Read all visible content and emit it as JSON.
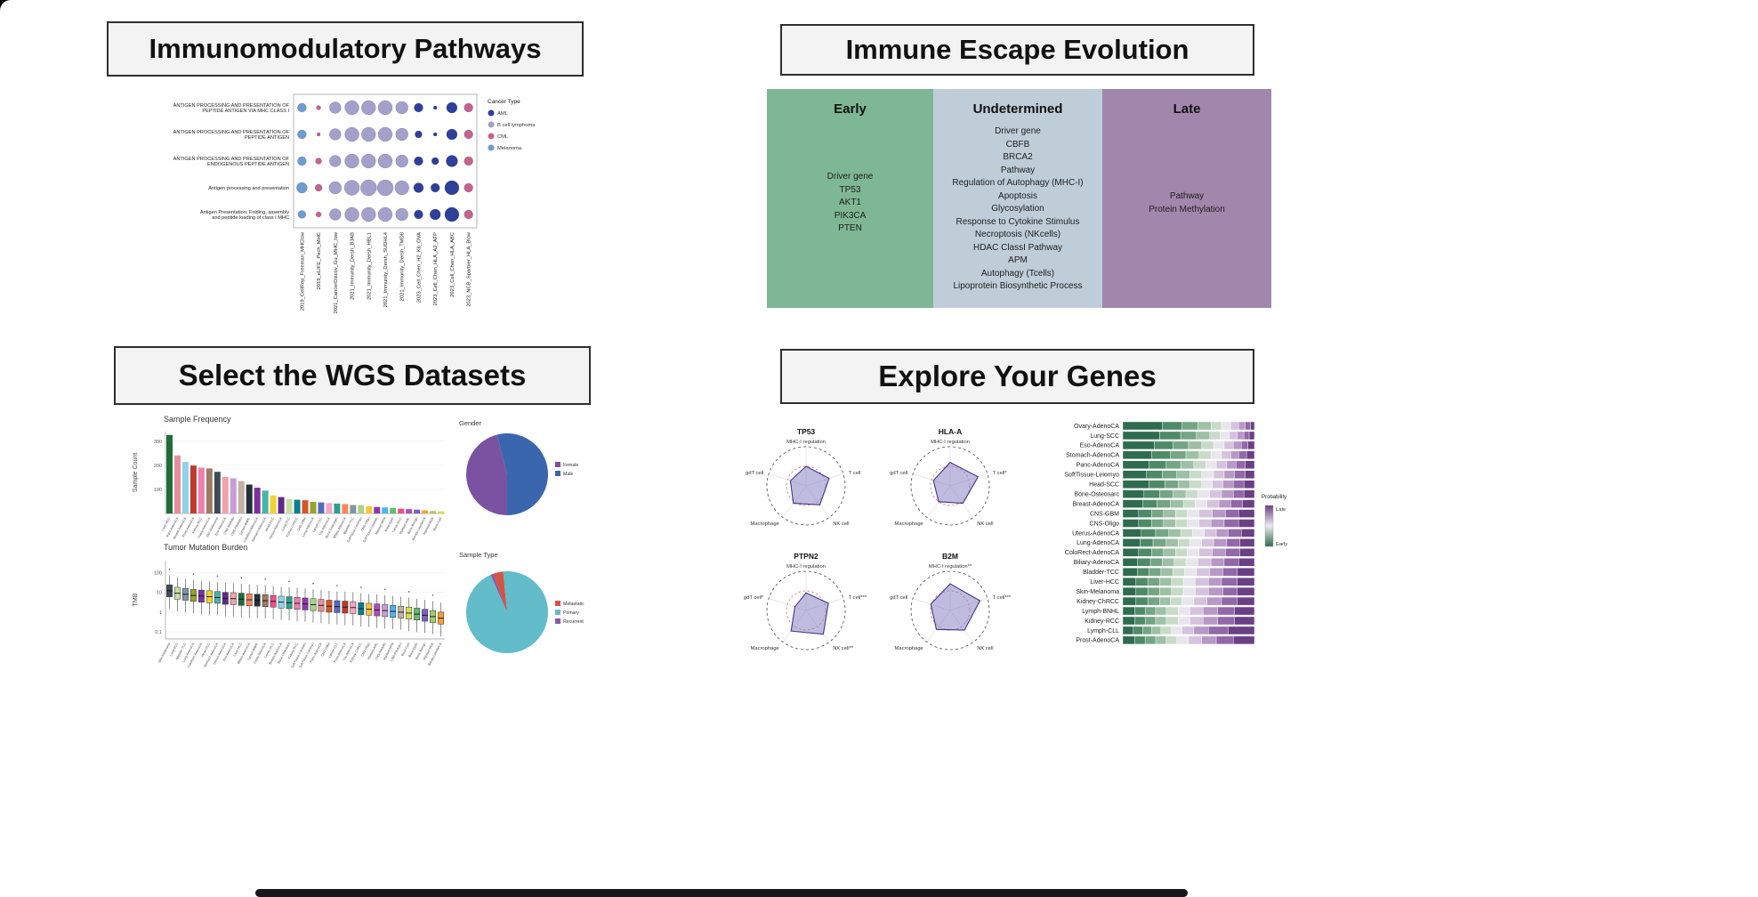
{
  "panels": {
    "pathways": {
      "title": "Immunomodulatory Pathways"
    },
    "evolution": {
      "title": "Immune Escape Evolution",
      "columns": [
        {
          "label": "Early",
          "color": "#7eb794",
          "items": [
            "Driver gene",
            "TP53",
            "AKT1",
            "PIK3CA",
            "PTEN"
          ]
        },
        {
          "label": "Undetermined",
          "color": "#bfcdd9",
          "items": [
            "Driver gene",
            "CBFB",
            "BRCA2",
            "Pathway",
            "Regulation of Autophagy (MHC-I)",
            "Apoptosis",
            "Glycosylation",
            "Response to Cytokine Stimulus",
            "Necroptosis (NKcells)",
            "HDAC ClassI Pathway",
            "APM",
            "Autophagy (Tcells)",
            "Lipoprotein Biosynthetic Process"
          ]
        },
        {
          "label": "Late",
          "color": "#a287ad",
          "items": [
            "Pathway",
            "Protein Methylation"
          ]
        }
      ]
    },
    "datasets": {
      "title": "Select the WGS Datasets"
    },
    "genes": {
      "title": "Explore Your Genes"
    }
  },
  "chart_data": [
    {
      "id": "pathway_dotplot",
      "type": "scatter",
      "row_labels": [
        [
          "ANTIGEN PROCESSING AND PRESENTATION OF",
          "PEPTIDE ANTIGEN VIA MHC CLASS I"
        ],
        [
          "ANTIGEN PROCESSING AND PRESENTATION OF",
          "PEPTIDE ANTIGEN"
        ],
        [
          "ANTIGEN PROCESSING AND PRESENTATION OF",
          "ENDOGENOUS PEPTIDE ANTIGEN"
        ],
        [
          "Antigen processing and presentation"
        ],
        [
          "Antigen Presentation: Folding, assembly",
          "and peptide loading of class I MHC"
        ]
      ],
      "col_labels": [
        "2019_CellRep_Freeman_MHClow",
        "2019_eLIFE_Pech_MHC",
        "2021_CancerDiscov_Gu_MHC_low",
        "2021_Immunity_Dersh_BJAB",
        "2021_Immunity_Dersh_HBL1",
        "2021_Immunity_Dersh_SUDHL4",
        "2021_Immunity_Dersh_TMD8",
        "2023_Cell_Chen_H2_Kb_OVA",
        "2023_Cell_Chen_HLA_A2_AFP",
        "2023_Cell_Chen_HLA_ABC",
        "2023_NCB_Sparbier_HLA_Blow"
      ],
      "col_type": [
        "Melanoma",
        "CML",
        "B cell lymphoma",
        "B cell lymphoma",
        "B cell lymphoma",
        "B cell lymphoma",
        "B cell lymphoma",
        "AML",
        "AML",
        "AML",
        "CML"
      ],
      "legend_title": "Cancer Type",
      "legend": [
        {
          "label": "AML",
          "color": "#2e4099"
        },
        {
          "label": "B cell lymphoma",
          "color": "#a3a0cb"
        },
        {
          "label": "CML",
          "color": "#c4638e"
        },
        {
          "label": "Melanoma",
          "color": "#6e9bd1"
        }
      ],
      "size_grid": [
        [
          5,
          2.5,
          6.5,
          8,
          8,
          8,
          7,
          5,
          2,
          6,
          5
        ],
        [
          5,
          2,
          6.5,
          8,
          8,
          8,
          7,
          4,
          2,
          6,
          5
        ],
        [
          5,
          3.5,
          6.5,
          8,
          8,
          8,
          7,
          5,
          4,
          6.5,
          5
        ],
        [
          6,
          4,
          7,
          8.5,
          9,
          9,
          8,
          5.5,
          5,
          8,
          5
        ],
        [
          4.5,
          3,
          6.5,
          8,
          8,
          8,
          7,
          5,
          6,
          8,
          5
        ]
      ]
    },
    {
      "id": "sample_frequency",
      "type": "bar",
      "title": "Sample Frequency",
      "ylabel": "Sample Count",
      "yticks": [
        100,
        200,
        300
      ],
      "ylim": [
        0,
        340
      ],
      "categories": [
        "Liver-HCC",
        "Panc-AdenoCA",
        "Breast-AdenoCA",
        "Prost-AdenoCA",
        "Kidney-RCC",
        "Ovary-AdenoCA",
        "Skin-Melanoma",
        "Eso-AdenoCA",
        "CNS-Medullo",
        "CNS-PiloAstro",
        "Lymph-BNHL",
        "ColoRect-AdenoCA",
        "Stomach-AdenoCA",
        "Head-SCC",
        "Uterus-AdenoCA",
        "Lung-SCC",
        "Kidney-ChRCC",
        "CNS-GBM",
        "Lung-AdenoCA",
        "Lymph-CLL",
        "Thy-AdenoCA",
        "Bone-Osteosarc",
        "Biliary-AdenoCA",
        "Bladder-TCC",
        "SoftTissue-Leiomyo",
        "CNS-Oligo",
        "SoftTissue-Liposarc",
        "Myeloid-MPN",
        "Bone-Epith",
        "Cervix-SCC",
        "Myeloid-AML",
        "Bone-Benign",
        "Breast-LobularCA",
        "Myeloid-MDS",
        "Bone-Cart"
      ],
      "values": [
        326,
        241,
        214,
        199,
        190,
        187,
        173,
        152,
        146,
        134,
        120,
        107,
        95,
        75,
        68,
        60,
        57,
        55,
        48,
        46,
        43,
        41,
        39,
        35,
        34,
        30,
        27,
        25,
        23,
        20,
        18,
        16,
        13,
        10,
        9
      ],
      "colors": [
        "#1f6b3a",
        "#e88d9d",
        "#8ed3ea",
        "#c0392b",
        "#ef7fae",
        "#9c7b64",
        "#3d4c57",
        "#f0a3a8",
        "#c79ed6",
        "#c3b1a4",
        "#22313a",
        "#7d2f9e",
        "#45b5a9",
        "#f2d22e",
        "#5f2a87",
        "#c8e0a2",
        "#0b7f8e",
        "#d85427",
        "#9aa22a",
        "#5668c2",
        "#f4a7c3",
        "#2aa190",
        "#ff8558",
        "#7e97a6",
        "#a8d381",
        "#f5c53a",
        "#9136ad",
        "#4db3ef",
        "#62bd6c",
        "#ee4f87",
        "#b04cc0",
        "#7d5fc6",
        "#f59f39",
        "#a2cf63",
        "#d6e14e"
      ]
    },
    {
      "id": "gender_pie",
      "type": "pie",
      "title": "Gender",
      "slices": [
        {
          "label": "Female",
          "value": 46,
          "color": "#7a52a1"
        },
        {
          "label": "Male",
          "value": 54,
          "color": "#3a66ad"
        }
      ]
    },
    {
      "id": "tmb_boxplot",
      "type": "table",
      "title": "Tumor Mutation Burden",
      "ylabel": "TMB",
      "yticks": [
        0.1,
        1,
        10,
        100
      ],
      "categories": [
        "Skin-Melanoma",
        "Lung-SCC",
        "Bladder-TCC",
        "Lung-AdenoCA",
        "ColoRect-AdenoCA",
        "Head-SCC",
        "Stomach-AdenoCA",
        "Uterus-AdenoCA",
        "Eso-AdenoCA",
        "Liver-HCC",
        "Biliary-AdenoCA",
        "Lymph-BNHL",
        "Ovary-AdenoCA",
        "Cervix-SCC",
        "Breast-AdenoCA",
        "Bone-Osteosarc",
        "Kidney-RCC",
        "SoftTissue-Liposarc",
        "SoftTissue-Leiomyo",
        "Panc-AdenoCA",
        "CNS-GBM",
        "Lymph-CLL",
        "Prost-AdenoCA",
        "Thy-AdenoCA",
        "Kidney-ChRCC",
        "CNS-Oligo",
        "Myeloid-AML",
        "CNS-Medullo",
        "Myeloid-MPN",
        "CNS-PiloAstro",
        "Bone-Cart",
        "Bone-Epith",
        "Bone-Benign",
        "Myeloid-MDS",
        "Breast-LobularCA"
      ],
      "boxes": [
        [
          1.5,
          6,
          12,
          24,
          72
        ],
        [
          1.1,
          4.5,
          9,
          18,
          54
        ],
        [
          1,
          4,
          8,
          16,
          48
        ],
        [
          0.9,
          3.5,
          7,
          14,
          42
        ],
        [
          0.8,
          3.2,
          6.5,
          13,
          39
        ],
        [
          0.75,
          3,
          6,
          12,
          36
        ],
        [
          0.7,
          2.8,
          5.5,
          11,
          33
        ],
        [
          0.6,
          2.5,
          5,
          10,
          30
        ],
        [
          0.6,
          2.4,
          4.8,
          9.6,
          29
        ],
        [
          0.55,
          2.2,
          4.5,
          9,
          27
        ],
        [
          0.5,
          2.1,
          4.2,
          8.4,
          25
        ],
        [
          0.5,
          2,
          4,
          8,
          24
        ],
        [
          0.48,
          1.9,
          3.8,
          7.6,
          23
        ],
        [
          0.44,
          1.8,
          3.5,
          7,
          21
        ],
        [
          0.4,
          1.6,
          3.2,
          6.4,
          19
        ],
        [
          0.38,
          1.5,
          3,
          6,
          18
        ],
        [
          0.35,
          1.4,
          2.8,
          5.6,
          17
        ],
        [
          0.33,
          1.3,
          2.6,
          5.2,
          16
        ],
        [
          0.3,
          1.2,
          2.4,
          4.8,
          14
        ],
        [
          0.28,
          1.1,
          2.2,
          4.4,
          13
        ],
        [
          0.25,
          1,
          2,
          4,
          12
        ],
        [
          0.24,
          0.95,
          1.9,
          3.8,
          11
        ],
        [
          0.22,
          0.9,
          1.8,
          3.6,
          11
        ],
        [
          0.21,
          0.85,
          1.7,
          3.4,
          10
        ],
        [
          0.19,
          0.75,
          1.5,
          3,
          9
        ],
        [
          0.18,
          0.7,
          1.4,
          2.8,
          8.4
        ],
        [
          0.16,
          0.65,
          1.3,
          2.6,
          7.8
        ],
        [
          0.15,
          0.6,
          1.2,
          2.4,
          7.2
        ],
        [
          0.14,
          0.55,
          1.1,
          2.2,
          6.6
        ],
        [
          0.13,
          0.5,
          1,
          2,
          6
        ],
        [
          0.11,
          0.45,
          0.9,
          1.8,
          5.4
        ],
        [
          0.1,
          0.4,
          0.8,
          1.6,
          4.8
        ],
        [
          0.09,
          0.35,
          0.7,
          1.4,
          4.2
        ],
        [
          0.08,
          0.3,
          0.6,
          1.2,
          3.6
        ],
        [
          0.06,
          0.25,
          0.5,
          1,
          3
        ]
      ]
    },
    {
      "id": "sample_type_pie",
      "type": "pie",
      "title": "Sample Type",
      "slices": [
        {
          "label": "Metastatic",
          "value": 4,
          "color": "#d35445"
        },
        {
          "label": "Primary",
          "value": 95,
          "color": "#62bcc9"
        },
        {
          "label": "Recurrent",
          "value": 1,
          "color": "#8757a8"
        }
      ]
    },
    {
      "id": "gene_radars",
      "type": "line",
      "fill": "#8d85c6",
      "stroke": "#3f3688",
      "ref_color": "#e06666",
      "ref_radius": 0.5,
      "charts": [
        {
          "gene": "TP53",
          "axes": [
            "MHC-I regulation",
            "T cell",
            "NK cell",
            "Macrophage",
            "gdT cell"
          ],
          "values": [
            0.5,
            0.62,
            0.6,
            0.55,
            0.42
          ]
        },
        {
          "gene": "HLA-A",
          "axes": [
            "MHC-I regulation",
            "T cell*",
            "NK cell",
            "Macrophage",
            "gdT cell"
          ],
          "values": [
            0.6,
            0.75,
            0.55,
            0.5,
            0.45
          ]
        },
        {
          "gene": "PTPN2",
          "axes": [
            "MHC-I regulation",
            "T cell***",
            "NK cell**",
            "Macrophage",
            "gdT cell*"
          ],
          "values": [
            0.45,
            0.6,
            0.75,
            0.65,
            0.3
          ]
        },
        {
          "gene": "B2M",
          "axes": [
            "MHC-I regulation**",
            "T cell***",
            "NK cell",
            "Macrophage",
            "gdT cell"
          ],
          "values": [
            0.68,
            0.8,
            0.62,
            0.6,
            0.52
          ]
        }
      ]
    },
    {
      "id": "probability_stacks",
      "type": "bar",
      "orientation": "horizontal-stacked",
      "legend": {
        "title": "Probability",
        "top": "Late",
        "bottom": "Early",
        "top_color": "#6b3f86",
        "mid_color": "#eceaef",
        "bottom_color": "#2f6b4f"
      },
      "palette": [
        "#2f6b4f",
        "#4f8a68",
        "#74a585",
        "#9dc0a7",
        "#c8dbc9",
        "#e9e5ec",
        "#d5c3de",
        "#b898c7",
        "#9268a8",
        "#6b3f86"
      ],
      "categories": [
        "Ovary-AdenoCA",
        "Lung-SCC",
        "Eso-AdenoCA",
        "Stomach-AdenoCA",
        "Panc-AdenoCA",
        "SoftTissue-Leiomyo",
        "Head-SCC",
        "Bone-Osteosarc",
        "Breast-AdenoCA",
        "CNS-GBM",
        "CNS-Oligo",
        "Uterus-AdenoCA",
        "Lung-AdenoCA",
        "ColoRect-AdenoCA",
        "Biliary-AdenoCA",
        "Bladder-TCC",
        "Liver-HCC",
        "Skin-Melanoma",
        "Kidney-ChRCC",
        "Lymph-BNHL",
        "Kidney-RCC",
        "Lymph-CLL",
        "Prost-AdenoCA"
      ],
      "rows": [
        [
          30,
          15,
          12,
          10,
          8,
          7,
          6,
          5,
          4,
          3
        ],
        [
          28,
          16,
          12,
          10,
          8,
          7,
          6,
          5,
          4,
          4
        ],
        [
          24,
          14,
          12,
          10,
          9,
          8,
          7,
          6,
          5,
          5
        ],
        [
          22,
          14,
          12,
          10,
          9,
          8,
          7,
          6,
          6,
          6
        ],
        [
          20,
          13,
          11,
          10,
          9,
          8,
          8,
          7,
          7,
          7
        ],
        [
          18,
          12,
          11,
          10,
          9,
          9,
          8,
          8,
          8,
          7
        ],
        [
          20,
          12,
          10,
          9,
          9,
          8,
          8,
          8,
          8,
          8
        ],
        [
          16,
          12,
          10,
          10,
          9,
          9,
          9,
          9,
          8,
          8
        ],
        [
          15,
          11,
          10,
          10,
          9,
          9,
          9,
          9,
          9,
          9
        ],
        [
          12,
          10,
          9,
          9,
          9,
          9,
          10,
          10,
          10,
          12
        ],
        [
          12,
          10,
          9,
          9,
          9,
          9,
          9,
          10,
          11,
          12
        ],
        [
          14,
          11,
          10,
          9,
          9,
          9,
          9,
          9,
          10,
          10
        ],
        [
          13,
          10,
          10,
          9,
          9,
          9,
          9,
          10,
          10,
          11
        ],
        [
          12,
          10,
          9,
          9,
          9,
          9,
          10,
          10,
          11,
          11
        ],
        [
          11,
          10,
          9,
          9,
          9,
          9,
          10,
          10,
          11,
          12
        ],
        [
          11,
          9,
          9,
          9,
          9,
          9,
          10,
          10,
          11,
          13
        ],
        [
          10,
          9,
          9,
          9,
          9,
          9,
          10,
          10,
          12,
          13
        ],
        [
          10,
          9,
          9,
          9,
          9,
          9,
          10,
          11,
          11,
          13
        ],
        [
          10,
          9,
          9,
          8,
          9,
          9,
          10,
          11,
          12,
          13
        ],
        [
          9,
          8,
          8,
          8,
          9,
          9,
          10,
          11,
          13,
          15
        ],
        [
          9,
          8,
          8,
          8,
          9,
          9,
          10,
          11,
          13,
          15
        ],
        [
          8,
          7,
          7,
          7,
          8,
          8,
          9,
          11,
          15,
          20
        ],
        [
          9,
          8,
          8,
          8,
          8,
          9,
          10,
          11,
          13,
          16
        ]
      ]
    }
  ]
}
